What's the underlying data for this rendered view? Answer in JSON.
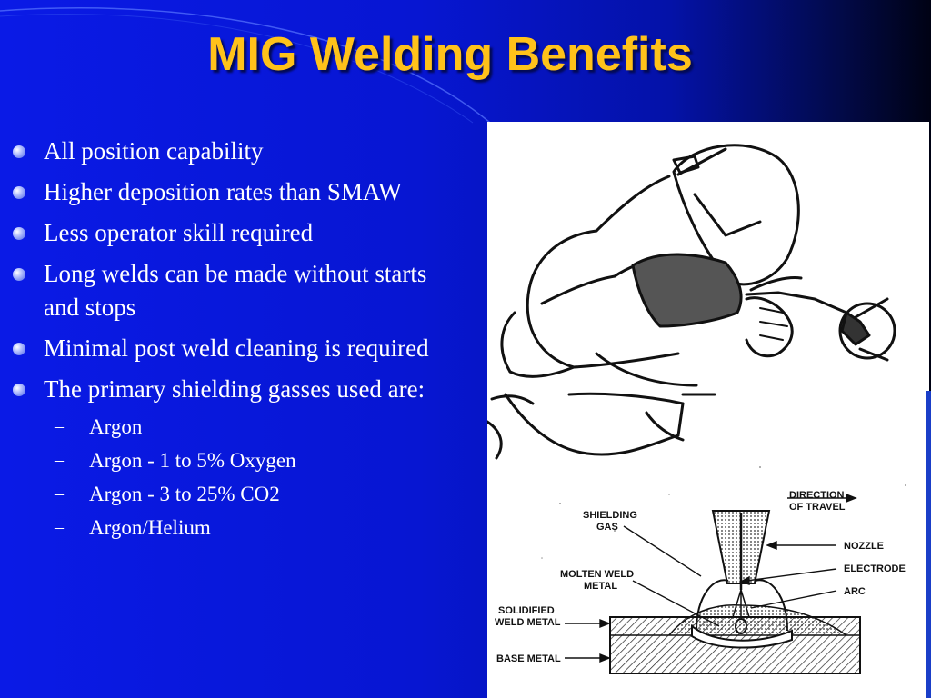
{
  "slide": {
    "title": "MIG Welding Benefits",
    "bullets": [
      " All position capability",
      " Higher deposition rates than SMAW",
      " Less operator skill required",
      " Long welds can be made without starts and stops",
      " Minimal post weld cleaning is required",
      "The primary shielding gasses used are:"
    ],
    "sub_bullets": [
      "Argon",
      " Argon - 1 to 5% Oxygen",
      " Argon - 3 to 25% CO2",
      " Argon/Helium"
    ]
  },
  "figure": {
    "labels": {
      "shielding_gas": [
        "SHIELDING",
        "GAS"
      ],
      "direction_of_travel": [
        "DIRECTION",
        "OF TRAVEL"
      ],
      "nozzle": "NOZZLE",
      "electrode": "ELECTRODE",
      "molten_weld_metal": [
        "MOLTEN WELD",
        "METAL"
      ],
      "arc": "ARC",
      "solidified_weld_metal": [
        "SOLIDIFIED",
        "WELD METAL"
      ],
      "base_metal": "BASE METAL"
    }
  },
  "colors": {
    "background": "#0a1ae6",
    "title": "#ffc21a",
    "text": "#ffffff"
  }
}
